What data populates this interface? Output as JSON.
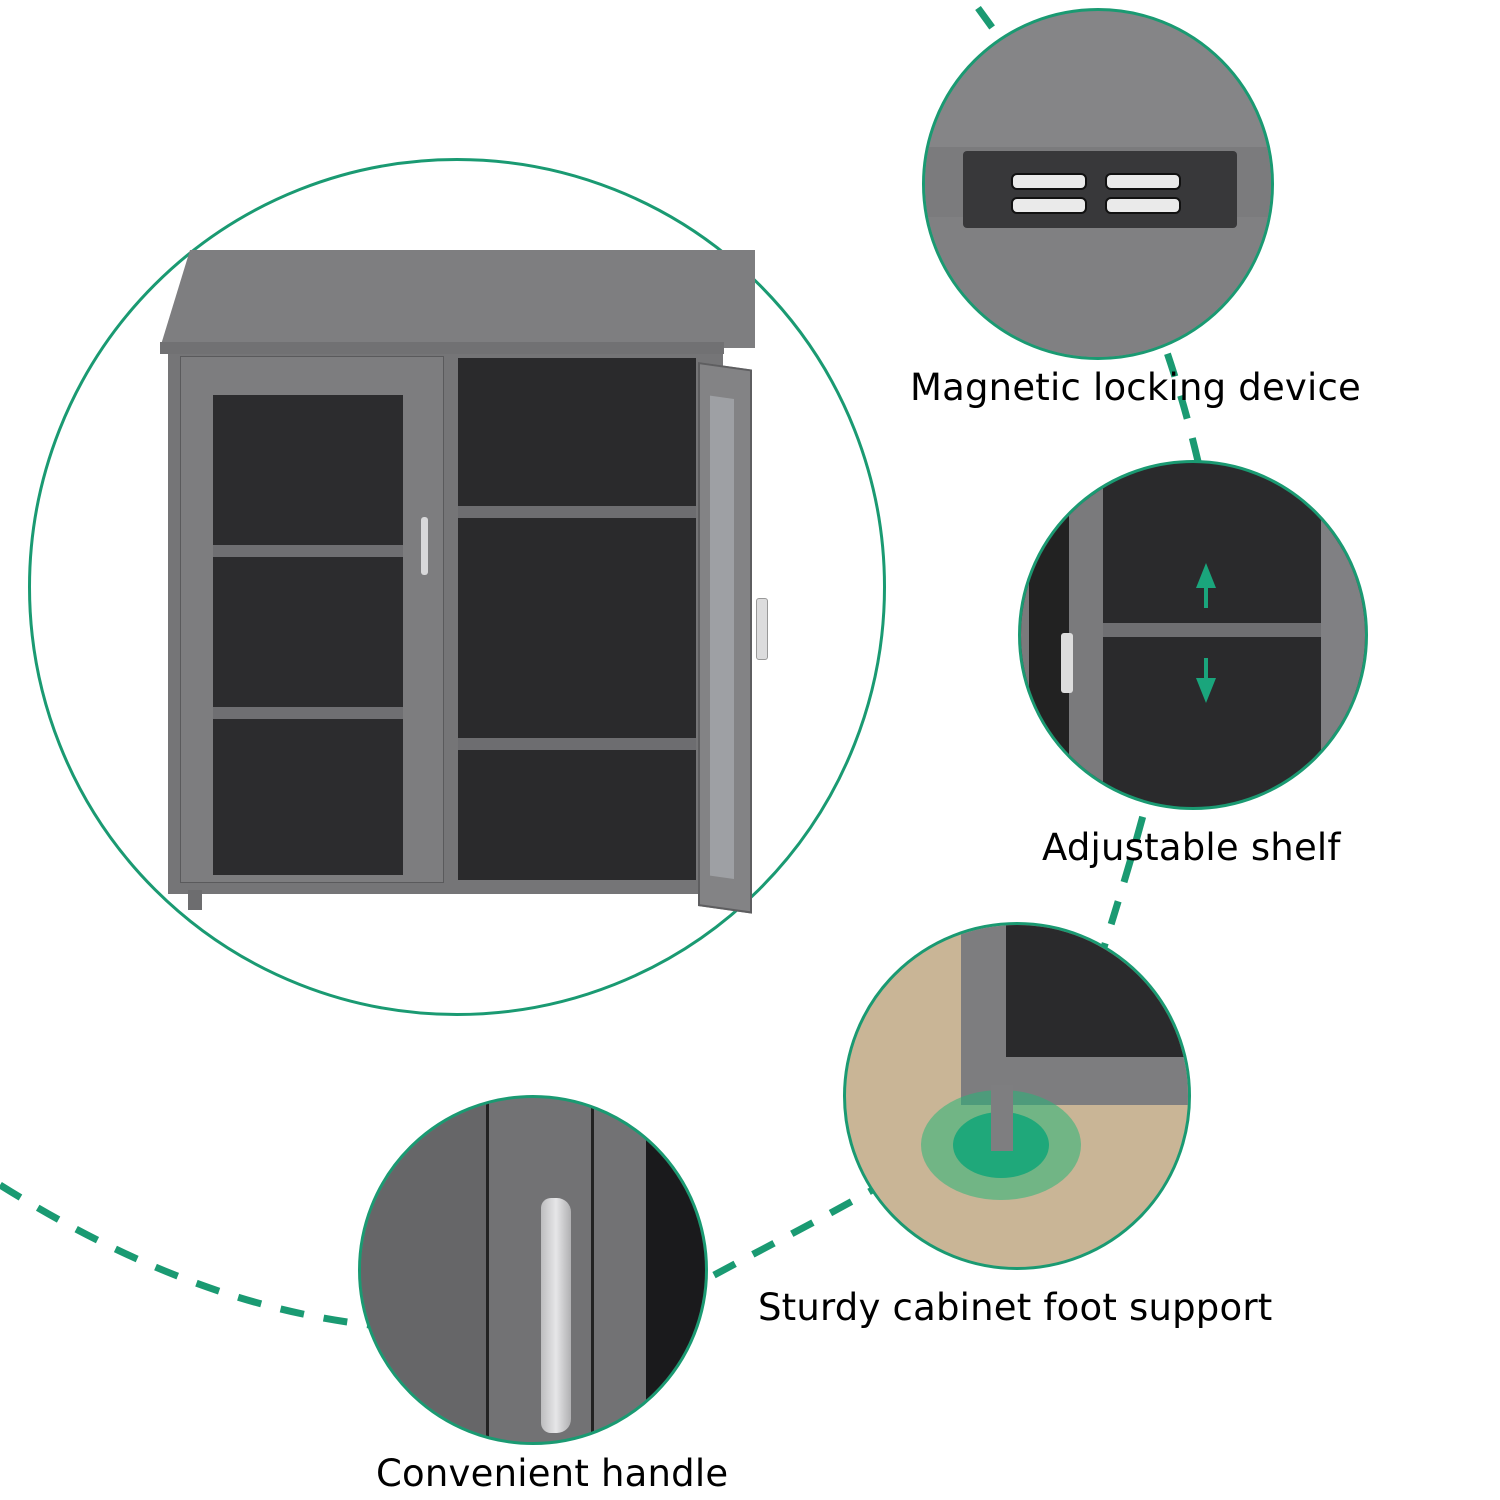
{
  "colors": {
    "accent_green": "#1a9a72",
    "cabinet_gray": "#7a7a7c",
    "interior_dark": "#2a2a2c",
    "carpet": "#c9b596",
    "text": "#000000"
  },
  "main_image": {
    "subject": "Gray metal storage cabinet with two glass doors, right door open showing adjustable shelves"
  },
  "features": [
    {
      "id": "magnetic-lock",
      "caption": "Magnetic locking device",
      "icon": "magnet-lock-icon"
    },
    {
      "id": "adjustable-shelf",
      "caption": "Adjustable shelf",
      "icon": "up-down-arrows-icon"
    },
    {
      "id": "foot-support",
      "caption": "Sturdy cabinet foot support",
      "icon": "target-ring-icon"
    },
    {
      "id": "handle",
      "caption": "Convenient handle",
      "icon": "handle-icon"
    }
  ]
}
